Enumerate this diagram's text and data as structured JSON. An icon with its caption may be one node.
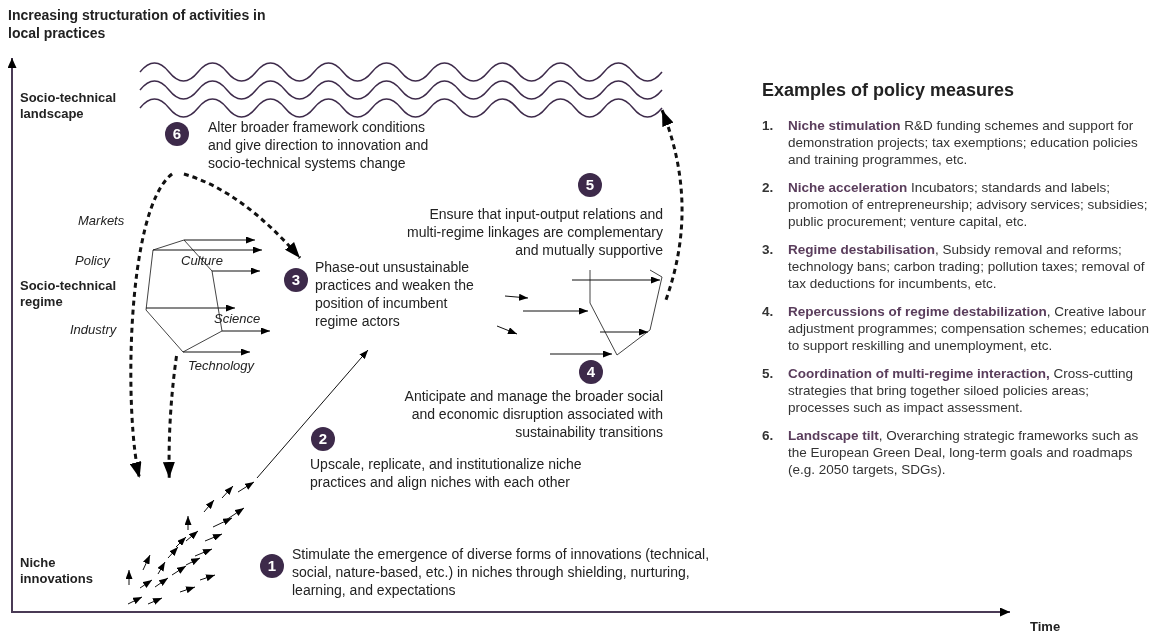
{
  "diagram": {
    "nodes": [
      {
        "text": [],
        "shape": "waves"
      },
      {
        "text": [
          "6",
          "Alter broader framework conditions and give direction to innovation and socio-technical systems change"
        ]
      },
      {
        "text": [],
        "shape": "network"
      },
      {
        "text": [
          "3",
          "Phase-out unsustainable practices and weaken the position of incumbent regime actors"
        ]
      },
      {
        "text": [
          "5",
          "Ensure that input-output relations and multi-regime linkages are complementary and mutually supportive"
        ]
      },
      {
        "text": [],
        "shape": "network"
      },
      {
        "text": [
          "4",
          "Anticipate and manage the broader social and economic disruption associated with sustainability transitions"
        ]
      },
      {
        "text": [
          "2",
          "Upscale, replicate, and institutionalize niche practices and align niches with each other"
        ]
      },
      {
        "text": [],
        "shape": "arrows"
      },
      {
        "text": [
          "1",
          "Stimulate the emergence of diverse forms of innovations (technical, social, nature-based, etc.) in niches through shielding, nurturing, learning, and expectations"
        ]
      }
    ],
    "edges": [
      {
        "from": 1,
        "to": 8,
        "arrow": "to",
        "style": "dashed"
      },
      {
        "from": 2,
        "to": 8,
        "arrow": "to",
        "style": "dashed"
      },
      {
        "from": 1,
        "to": 3,
        "arrow": "to",
        "style": "dashed"
      },
      {
        "from": 8,
        "to": 3,
        "arrow": "to"
      },
      {
        "from": 5,
        "to": 0,
        "arrow": "to",
        "style": "dashed"
      }
    ],
    "labels": [
      "Increasing structuration of activities in local practices",
      "Socio-technical landscape",
      "Markets",
      "Policy",
      "Culture",
      "Socio-technical regime",
      "Science",
      "Industry",
      "Technology",
      "Niche innovations",
      "Time",
      "Examples of policy measures",
      "1.",
      "**Niche stimulation** R&D funding schemes and support for demonstration projects; tax exemptions; education policies and training programmes, etc.",
      "2.",
      "**Niche acceleration** Incubators; standards and labels; promotion of entrepreneurship; advisory services; subsidies; public procurement; venture capital, etc.",
      "3.",
      "**Regime destabilisation**, Subsidy removal and reforms; technology bans; carbon trading; pollution taxes; removal of tax deductions for incumbents, etc.",
      "4.",
      "**Repercussions of regime destabilization**, Creative labour adjustment programmes; compensation schemes; education to support reskilling and unemployment, etc.",
      "5.",
      "**Coordination of multi-regime interaction,** Cross-cutting strategies that bring together siloed policies areas; processes such as impact assessment.",
      "6.",
      "**Landscape tilt**, Overarching strategic frameworks such as the European Green Deal, long-term goals and roadmaps (e.g. 2050 targets, SDGs)."
    ]
  }
}
